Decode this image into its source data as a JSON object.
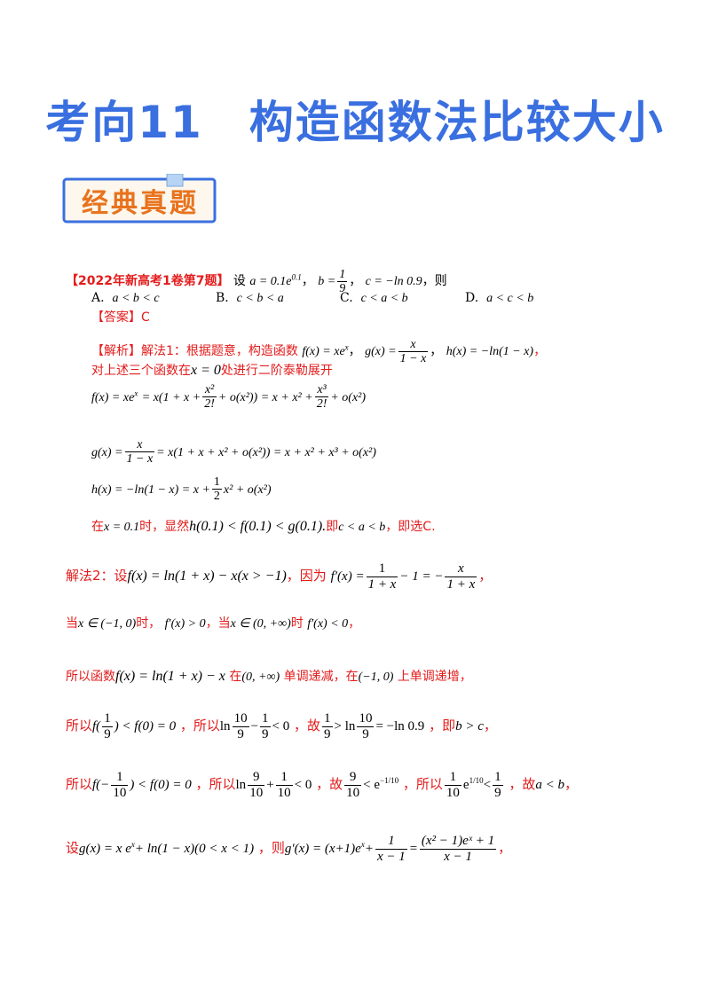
{
  "title": "考向11　构造函数法比较大小",
  "banner": "经典真题",
  "q": {
    "tag": "【2022年新高考1卷第7题】",
    "stem": "设",
    "a_def": "a = 0.1e",
    "a_exp": "0.1",
    "b_def_pre": "b =",
    "b_num": "1",
    "b_den": "9",
    "c_def": "c = −ln 0.9",
    "then": "，则",
    "options": [
      {
        "label": "A.",
        "text": "a < b < c"
      },
      {
        "label": "B.",
        "text": "c < b < a"
      },
      {
        "label": "C.",
        "text": "c < a < b"
      },
      {
        "label": "D.",
        "text": "a < c < b"
      }
    ]
  },
  "answer": "【答案】C",
  "analysis": {
    "head": "【解析】解法1：根据题意，构造函数",
    "f_def": "f(x) = xe",
    "f_exp": "x",
    "g_pre": "g(x) =",
    "g_num": "x",
    "g_den": "1 − x",
    "h_def": "h(x) = −ln(1 − x)",
    "l2_a": "对上述三个函数在",
    "l2_b": "x = 0",
    "l2_c": "处进行二阶泰勒展开",
    "fexp_1": "f(x) = xe",
    "fexp_2": "= x(1 + x +",
    "fexp_n1": "x²",
    "fexp_d1": "2!",
    "fexp_3": "+ o(x²)) = x + x² +",
    "fexp_n2": "x³",
    "fexp_d2": "2!",
    "fexp_4": "+ o(x²)",
    "gexp_1": "g(x) =",
    "gexp_n": "x",
    "gexp_d": "1 − x",
    "gexp_2": "= x(1 + x + x² + o(x²)) = x + x² + x³ + o(x²)",
    "hexp_1": "h(x) = −ln(1 − x) = x +",
    "hexp_n": "1",
    "hexp_d": "2",
    "hexp_2": "x² + o(x²)",
    "c1": "在",
    "c2": "x = 0.1",
    "c3": "时，显然",
    "c4": "h(0.1) < f(0.1) < g(0.1).",
    "c5": "即",
    "c6": "c < a < b",
    "c7": "，即选C."
  },
  "m2": {
    "l1a": "解法2：设",
    "l1b": "f(x) = ln(1 + x) − x(x > −1)",
    "l1c": "，因为",
    "l1d": "f′(x) =",
    "l1n1": "1",
    "l1d1": "1 + x",
    "l1e": "− 1 = −",
    "l1n2": "x",
    "l1d2": "1 + x",
    "l1f": "，",
    "l2a": "当",
    "l2b": "x ∈ (−1, 0)",
    "l2c": "时，",
    "l2d": "f′(x) > 0",
    "l2e": "，当",
    "l2f": "x ∈ (0, +∞)",
    "l2g": "时",
    "l2h": "f′(x) < 0",
    "l2i": "，",
    "l3a": "所以函数",
    "l3b": "f(x) = ln(1 + x) − x",
    "l3c": "在",
    "l3d": "(0, +∞)",
    "l3e": "单调递减，在",
    "l3f": "(−1, 0)",
    "l3g": "上单调递增，",
    "l4a": "所以",
    "l4b": "f(",
    "l4n": "1",
    "l4d": "9",
    "l4c": ") < f(0) = 0",
    "l4e": "，所以",
    "l4f": "ln",
    "l4n2": "10",
    "l4d2": "9",
    "l4g": "−",
    "l4n3": "1",
    "l4d3": "9",
    "l4h": "< 0",
    "l4i": "，故",
    "l4n4": "1",
    "l4d4": "9",
    "l4j": "> ln",
    "l4n5": "10",
    "l4d5": "9",
    "l4k": "= −ln 0.9",
    "l4l": "，即",
    "l4m": "b > c",
    "l4o": "，",
    "l5a": "所以",
    "l5b": "f(−",
    "l5n": "1",
    "l5d": "10",
    "l5c": ") < f(0) = 0",
    "l5e": "，所以",
    "l5f": "ln",
    "l5n2": "9",
    "l5d2": "10",
    "l5g": "+",
    "l5n3": "1",
    "l5d3": "10",
    "l5h": "< 0",
    "l5i": "，故",
    "l5n4": "9",
    "l5d4": "10",
    "l5j": "< e",
    "l5j_sup": "−1/10",
    "l5k": "，所以",
    "l5n5": "1",
    "l5d5": "10",
    "l5l": "e",
    "l5l_sup": "1/10",
    "l5m": "<",
    "l5n6": "1",
    "l5d6": "9",
    "l5o": "，故",
    "l5p": "a < b",
    "l5q": "，",
    "l6a": "设",
    "l6b": "g(x) = x e",
    "l6b_sup": "x",
    "l6c": "+ ln(1 − x)(0 < x < 1)",
    "l6d": "，则",
    "l6e": "g′(x) = (x+1)e",
    "l6e_sup": "x",
    "l6f": "+",
    "l6n1": "1",
    "l6d1": "x − 1",
    "l6g": "=",
    "l6n2": "(x² − 1)eˣ + 1",
    "l6d2": "x − 1",
    "l6h": "，"
  }
}
